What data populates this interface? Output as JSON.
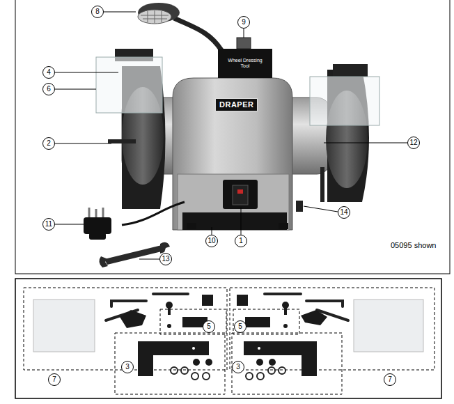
{
  "diagram": {
    "labels": [
      "8",
      "9",
      "4",
      "6",
      "2",
      "12",
      "11",
      "14",
      "10",
      "1",
      "13",
      "05095 shown",
      "DRAPER",
      "Wheel Dressing Tool",
      "5",
      "5",
      "3",
      "3",
      "7",
      "7"
    ]
  }
}
